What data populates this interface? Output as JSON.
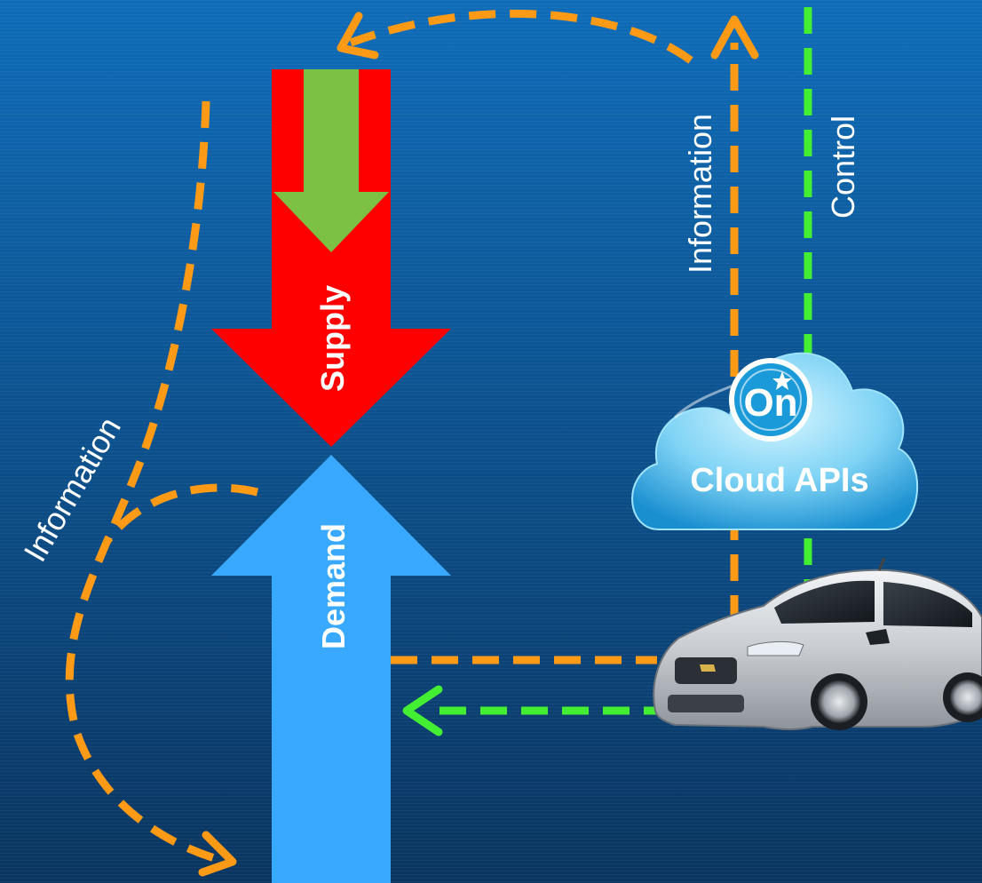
{
  "diagram": {
    "supply_label": "Supply",
    "demand_label": "Demand",
    "info_left_label": "Information",
    "info_right_label": "Information",
    "control_label": "Control",
    "cloud": {
      "logo_text": "On",
      "label": "Cloud APIs"
    }
  },
  "colors": {
    "background_top": "#0f6cb8",
    "background_bottom": "#0a3560",
    "supply_red": "#ff0000",
    "supply_green": "#7cc143",
    "demand_blue": "#39a9ff",
    "information_orange": "#ff9a16",
    "control_green": "#44ee33",
    "cloud_light": "#bfefff",
    "cloud_dark": "#1a9ad8"
  },
  "icons": {
    "car": "car-icon",
    "cloud": "cloud-icon",
    "logo": "onstar-logo-icon"
  }
}
